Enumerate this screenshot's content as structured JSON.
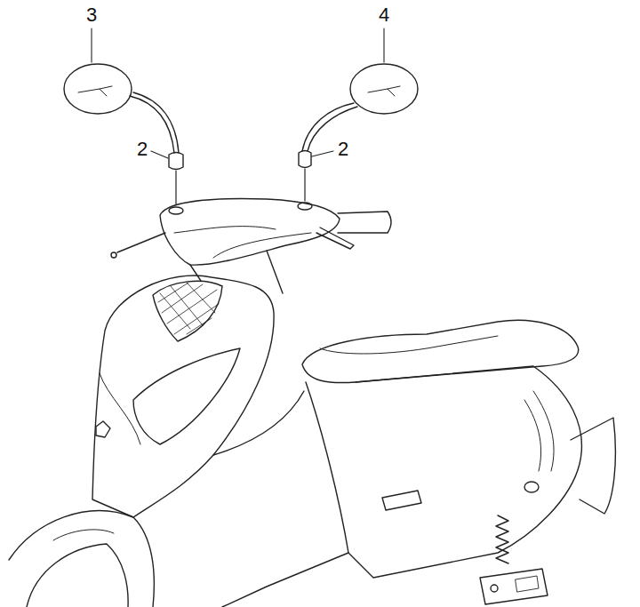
{
  "diagram": {
    "labels": [
      "3",
      "4",
      "2",
      "2"
    ]
  }
}
